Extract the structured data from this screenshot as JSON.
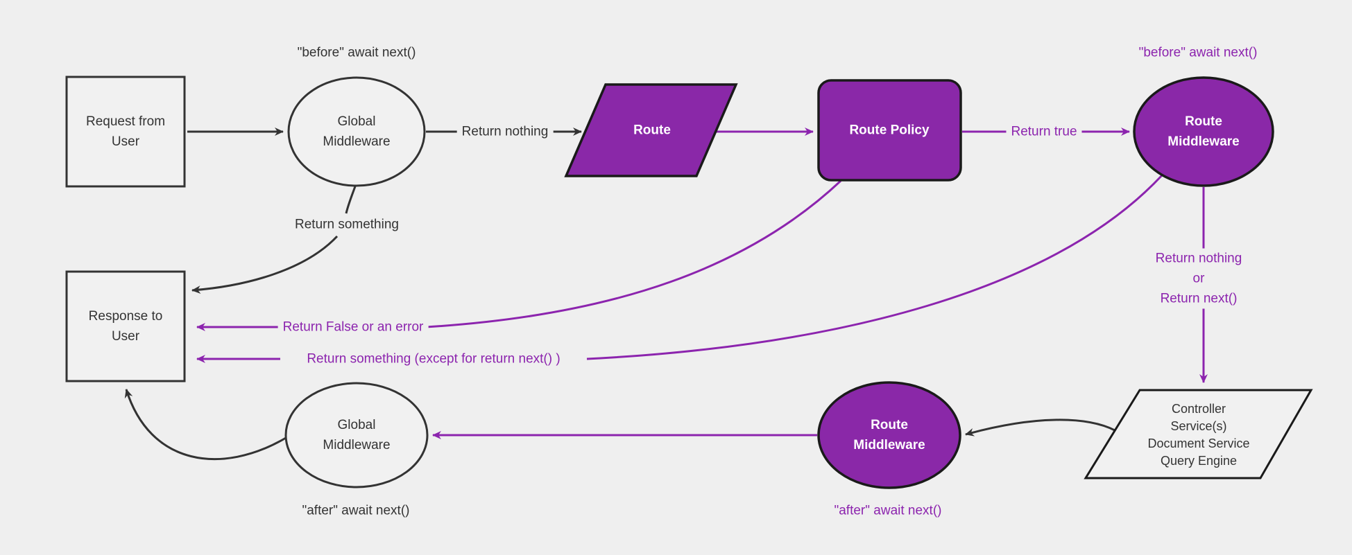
{
  "diagram": {
    "description": "Request and response lifecycle flowchart with global middlewares, route, route policy, route middlewares and controller stack",
    "colors": {
      "background": "#EFEFEF",
      "light_node_fill": "#F1F1F1",
      "dark": "#333333",
      "purple_fill": "#8A28A8",
      "purple_line": "#8C24AE",
      "white_text": "#FFFFFF"
    },
    "nodes": {
      "request_from_user": {
        "shape": "rectangle",
        "line1": "Request from",
        "line2": "User"
      },
      "global_middleware_top": {
        "shape": "ellipse",
        "line1": "Global",
        "line2": "Middleware"
      },
      "route": {
        "shape": "parallelogram",
        "label": "Route"
      },
      "route_policy": {
        "shape": "rounded-rectangle",
        "label": "Route Policy"
      },
      "route_middleware_top": {
        "shape": "ellipse",
        "line1": "Route",
        "line2": "Middleware"
      },
      "controller_stack": {
        "shape": "parallelogram",
        "line1": "Controller",
        "line2": "Service(s)",
        "line3": "Document Service",
        "line4": "Query Engine"
      },
      "route_middleware_bottom": {
        "shape": "ellipse",
        "line1": "Route",
        "line2": "Middleware"
      },
      "global_middleware_bottom": {
        "shape": "ellipse",
        "line1": "Global",
        "line2": "Middleware"
      },
      "response_to_user": {
        "shape": "rectangle",
        "line1": "Response to",
        "line2": "User"
      }
    },
    "edge_labels": {
      "before_await_global": "\"before\" await next()",
      "return_nothing": "Return nothing",
      "return_true": "Return true",
      "before_await_route": "\"before\" await next()",
      "return_something": "Return something",
      "return_nothing_or": {
        "line1": "Return nothing",
        "line2": "or",
        "line3": "Return next()"
      },
      "return_false_or_error": "Return False or an error",
      "return_something_except": "Return something (except for return next() )",
      "after_await_route": "\"after\" await next()",
      "after_await_global": "\"after\" await next()"
    }
  }
}
